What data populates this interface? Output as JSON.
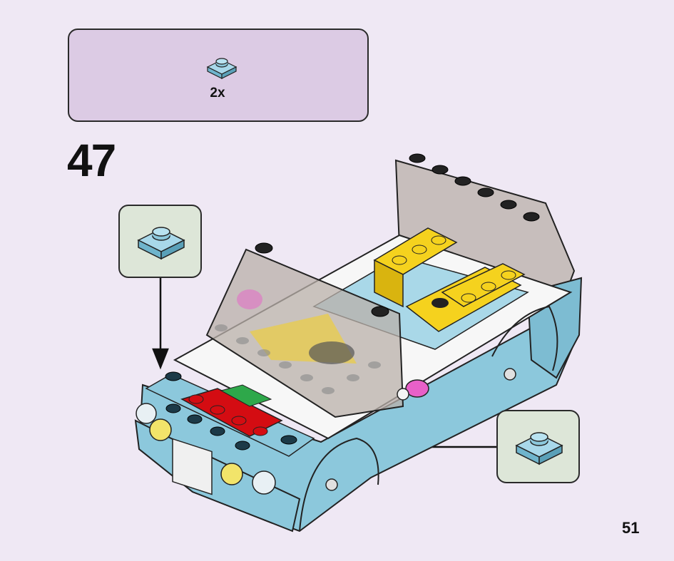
{
  "parts_list": {
    "quantity": "2x",
    "part_icon": "light-blue-1x1-plate-icon"
  },
  "step": {
    "number": "47"
  },
  "callouts": [
    {
      "part_icon": "light-blue-1x1-plate-icon"
    },
    {
      "part_icon": "light-blue-1x1-plate-icon"
    }
  ],
  "page": {
    "number": "51"
  },
  "colors": {
    "background": "#efe8f4",
    "parts_box": "#dccbe4",
    "callout_box": "#dde6d8",
    "light_blue": "#8cc8dc",
    "yellow": "#f5d21e",
    "red": "#d40c12",
    "green": "#2ea84a",
    "pink": "#e860c8"
  }
}
